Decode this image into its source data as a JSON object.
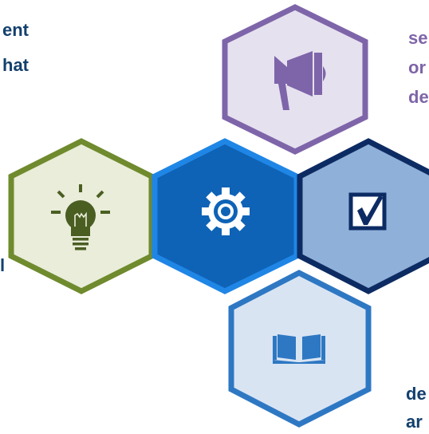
{
  "colors": {
    "navy_text": "#13406d",
    "purple": "#7e65a9",
    "purple_fill": "#e6e1ef",
    "navy_border": "#0d2b63",
    "checkbox_fill": "#8fb0d9",
    "light_blue_border": "#2e78c3",
    "light_blue_fill": "#d9e4f3",
    "green": "#6f8b2e",
    "green_fill": "#e9edd9",
    "gear_border": "#1f86e6",
    "gear_fill": "#0e63b6",
    "bulb": "#4a5e22"
  },
  "text_fragments": {
    "top_left_line1": "ent",
    "top_left_line2": "hat",
    "left_middle": "l",
    "top_right_line1": "se",
    "top_right_line2": "or",
    "top_right_line3": "de",
    "bottom_right_line1": "de",
    "bottom_right_line2": "ar"
  },
  "hexagons": [
    {
      "name": "megaphone",
      "icon": "megaphone-icon"
    },
    {
      "name": "lightbulb",
      "icon": "lightbulb-icon"
    },
    {
      "name": "gear",
      "icon": "gear-icon"
    },
    {
      "name": "checkbox",
      "icon": "checkbox-icon"
    },
    {
      "name": "book",
      "icon": "book-icon"
    }
  ]
}
